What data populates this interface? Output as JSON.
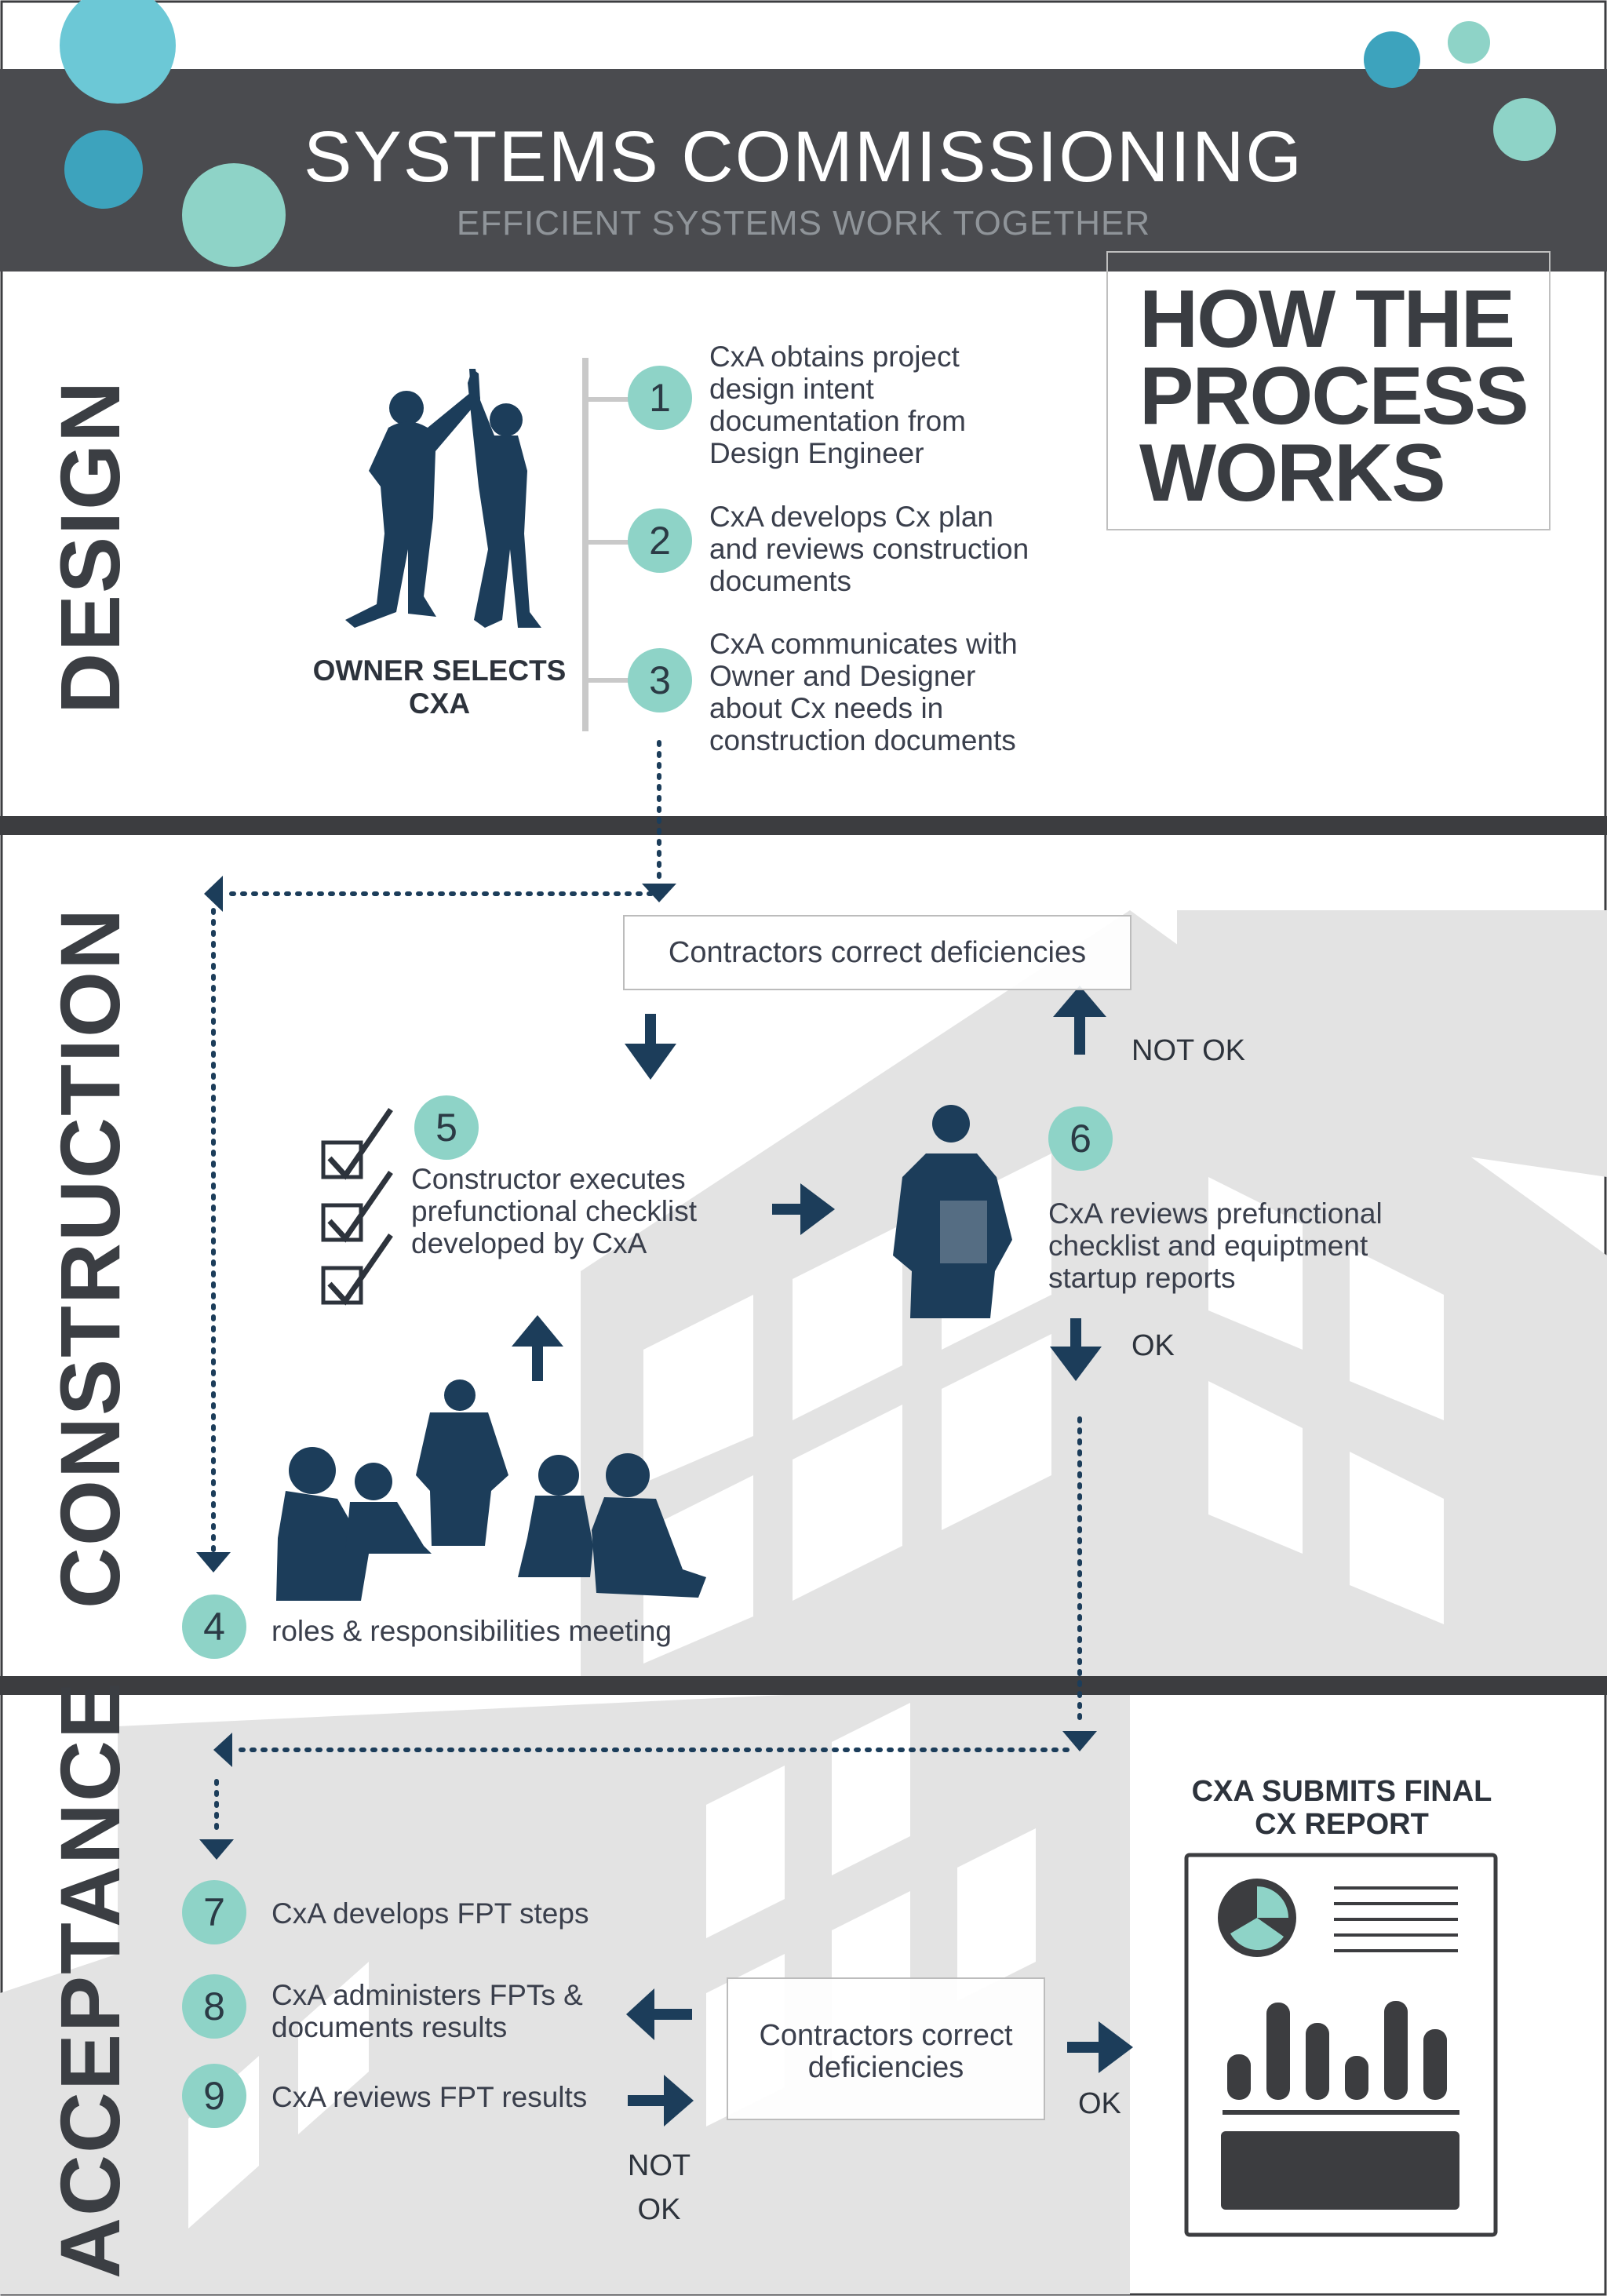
{
  "header": {
    "title": "SYSTEMS COMMISSIONING",
    "subtitle": "EFFICIENT SYSTEMS WORK TOGETHER"
  },
  "how_box": {
    "line1": "HOW THE",
    "line2": "PROCESS",
    "line3": "WORKS"
  },
  "sections": {
    "design": "DESIGN",
    "construction": "CONSTRUCTION",
    "acceptance": "ACCEPTANCE"
  },
  "design": {
    "owner_line1": "OWNER SELECTS",
    "owner_line2": "CXA",
    "steps": [
      {
        "num": "1",
        "lines": [
          "CxA obtains project",
          "design intent",
          "documentation from",
          "Design Engineer"
        ]
      },
      {
        "num": "2",
        "lines": [
          "CxA develops Cx plan",
          "and reviews construction",
          "documents"
        ]
      },
      {
        "num": "3",
        "lines": [
          "CxA communicates with",
          "Owner and Designer",
          "about Cx needs in",
          "construction documents"
        ]
      }
    ]
  },
  "construction": {
    "correct_box": "Contractors correct deficiencies",
    "not_ok": "NOT OK",
    "ok": "OK",
    "step4": {
      "num": "4",
      "text": "roles & responsibilities meeting"
    },
    "step5": {
      "num": "5",
      "lines": [
        "Constructor executes",
        "prefunctional checklist",
        "developed by CxA"
      ]
    },
    "step6": {
      "num": "6",
      "lines": [
        "CxA reviews prefunctional",
        "checklist and equiptment",
        "startup reports"
      ]
    }
  },
  "acceptance": {
    "steps": [
      {
        "num": "7",
        "text": "CxA develops FPT steps"
      },
      {
        "num": "8",
        "lines": [
          "CxA administers FPTs &",
          "documents results"
        ]
      },
      {
        "num": "9",
        "text": "CxA reviews FPT results"
      }
    ],
    "correct_box_line1": "Contractors correct",
    "correct_box_line2": "deficiencies",
    "not_ok_line1": "NOT",
    "not_ok_line2": "OK",
    "ok": "OK",
    "report_line1": "CXA SUBMITS FINAL",
    "report_line2": "CX REPORT"
  },
  "colors": {
    "header_bg": "#4a4b4f",
    "navy": "#1c3d5a",
    "teal": "#8ed3c7",
    "teal_dark": "#3fa9c0",
    "divider": "#3c3d40",
    "building_gray": "#e2e2e2"
  }
}
